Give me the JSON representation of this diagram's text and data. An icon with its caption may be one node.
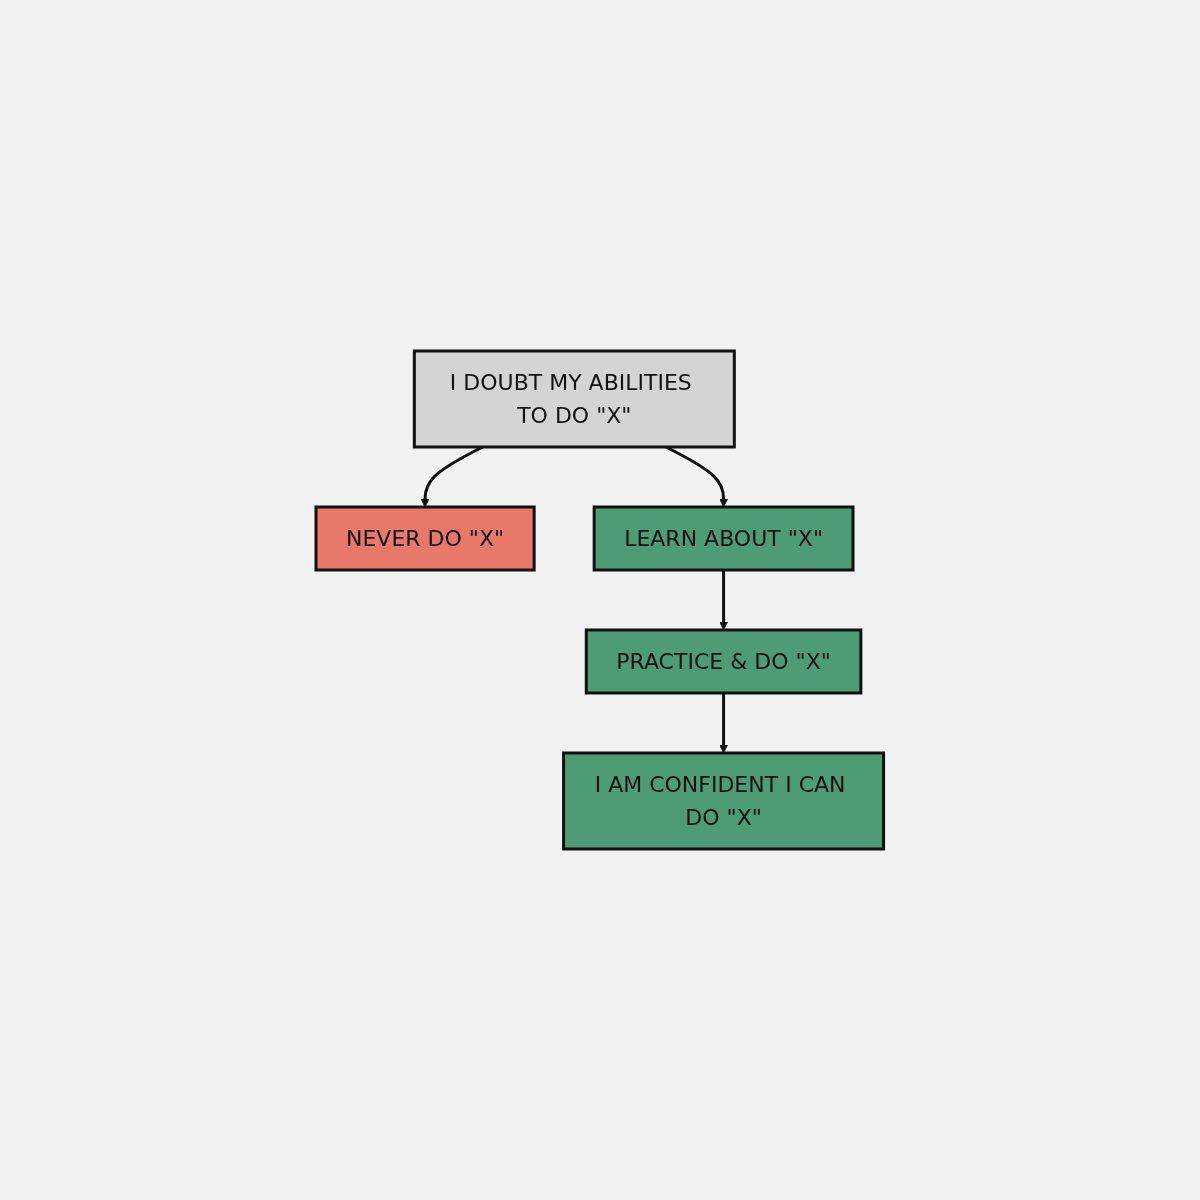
{
  "diagram": {
    "nodes": [
      {
        "text": [
          "I DOUBT MY ABILITIES TO DO \"X\""
        ]
      },
      {
        "text": [
          "NEVER DO \"X\""
        ]
      },
      {
        "text": [
          "LEARN ABOUT \"X\""
        ]
      },
      {
        "text": [
          "PRACTICE & DO \"X\""
        ]
      },
      {
        "text": [
          "I AM CONFIDENT I CAN DO \"X\""
        ]
      }
    ],
    "edges": [
      {
        "from": 0,
        "to": 1,
        "arrow": "to"
      },
      {
        "from": 0,
        "to": 2,
        "arrow": "to"
      },
      {
        "from": 2,
        "to": 3,
        "arrow": "to"
      },
      {
        "from": 3,
        "to": 4,
        "arrow": "to"
      }
    ]
  }
}
